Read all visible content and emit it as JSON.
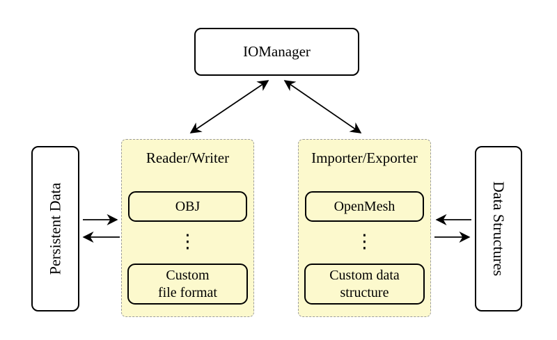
{
  "iomanager": {
    "label": "IOManager"
  },
  "reader_writer": {
    "title": "Reader/Writer",
    "top_item": "OBJ",
    "ellipsis": "⋮",
    "bottom_item": "Custom\nfile format"
  },
  "importer_exporter": {
    "title": "Importer/Exporter",
    "top_item": "OpenMesh",
    "ellipsis": "⋮",
    "bottom_item": "Custom data\nstructure"
  },
  "persistent_data": {
    "label": "Persistent Data"
  },
  "data_structures": {
    "label": "Data Structures"
  },
  "colors": {
    "panel_fill": "#FCF9CD",
    "panel_border": "#9C9C9C",
    "ink": "#000000"
  }
}
